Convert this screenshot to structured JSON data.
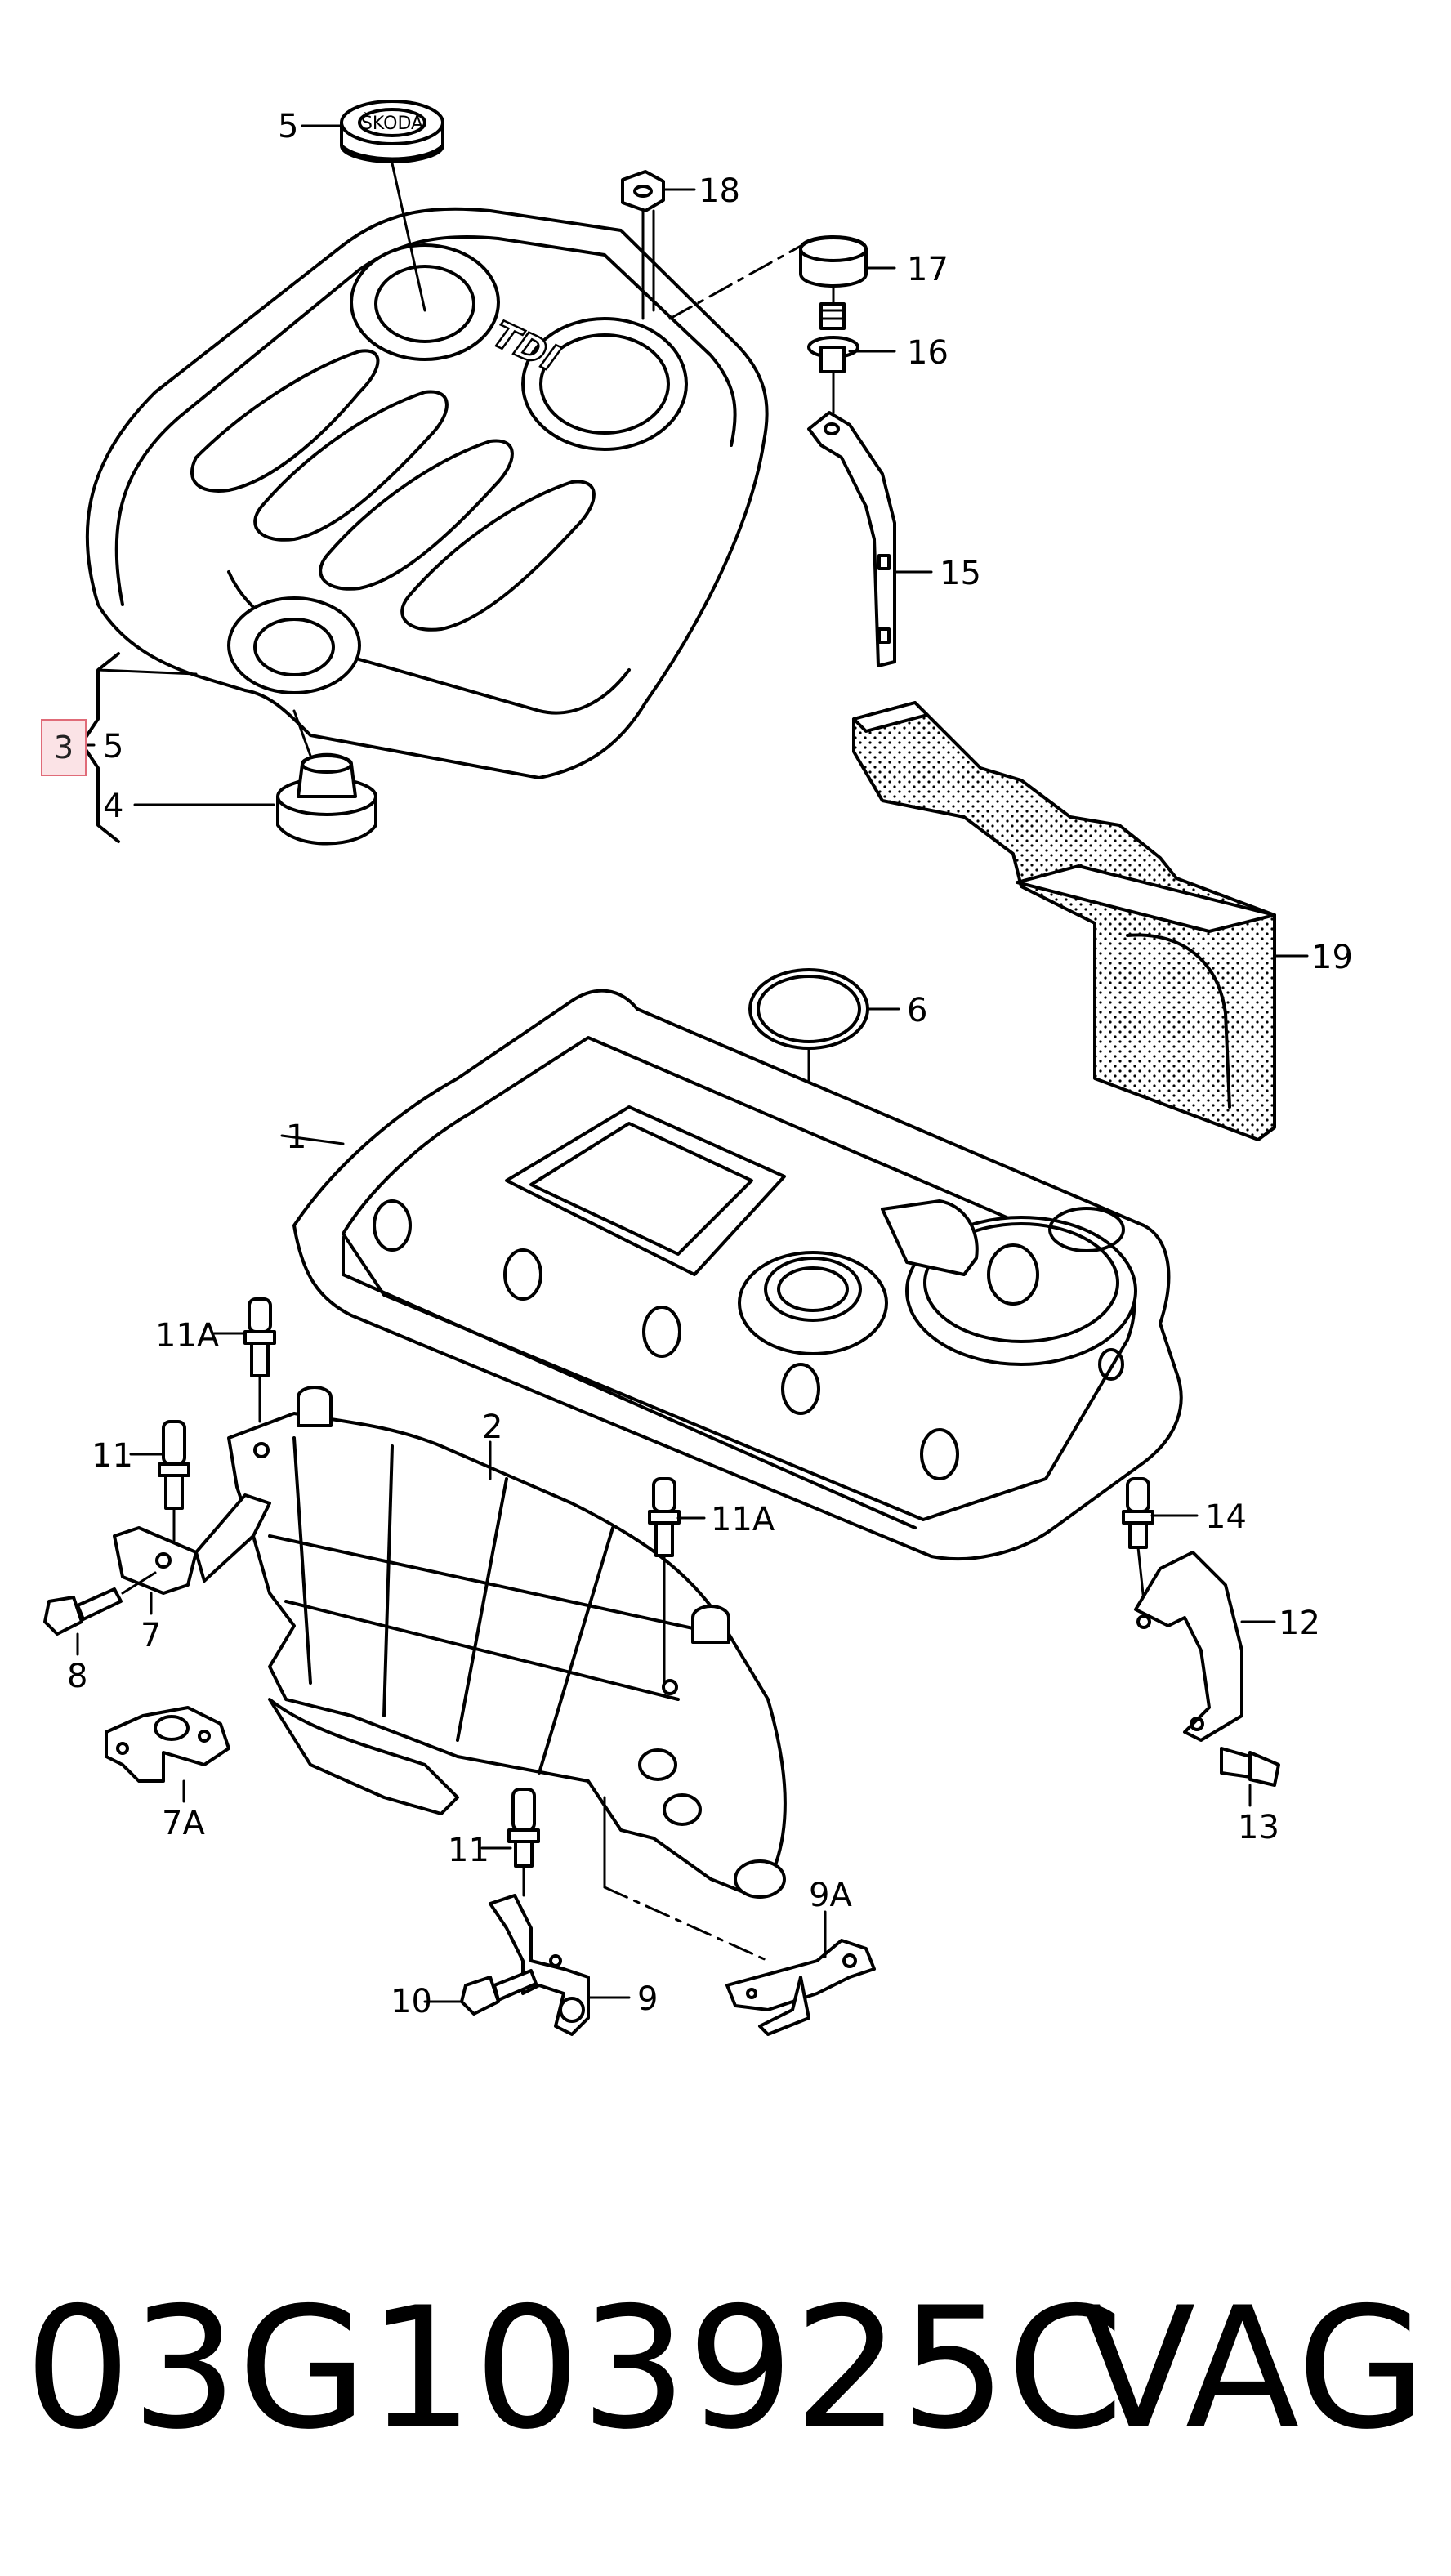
{
  "callouts": {
    "c5a": "5",
    "c18": "18",
    "c17": "17",
    "c16": "16",
    "c15": "15",
    "c3": "3",
    "c5b": "5",
    "c4": "4",
    "c19": "19",
    "c6": "6",
    "c1": "1",
    "c11A_top": "11A",
    "c2": "2",
    "c11_left": "11",
    "c11A_mid": "11A",
    "c14": "14",
    "c8": "8",
    "c7": "7",
    "c12": "12",
    "c7A": "7A",
    "c13": "13",
    "c11_bottom": "11",
    "c9A": "9A",
    "c10": "10",
    "c9": "9"
  },
  "cover_text": "TDI",
  "cap_text": "ŠKODA",
  "highlight_color": "#e06b78",
  "footer": {
    "part_number": "03G103925C",
    "brand": "VAG"
  }
}
